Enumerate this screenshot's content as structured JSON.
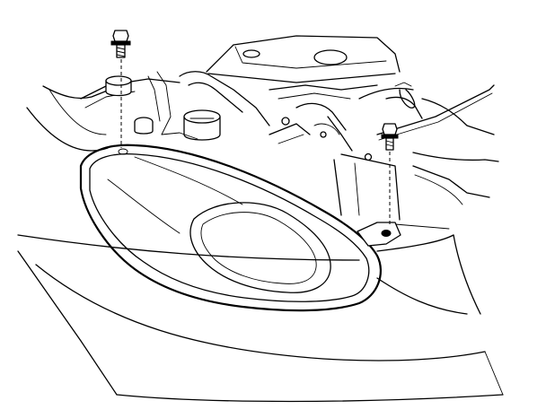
{
  "figure": {
    "subject": "headlamp-removal-illustration",
    "parts": [
      "headlamp-assembly",
      "headlamp-upper-bolt",
      "headlamp-side-bolt",
      "engine-compartment",
      "front-fascia",
      "mounting-tab"
    ]
  }
}
